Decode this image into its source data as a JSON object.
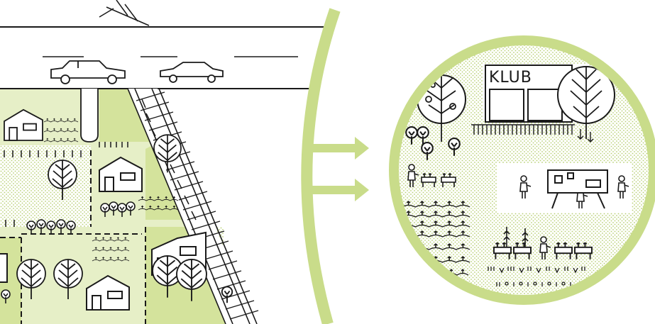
{
  "scene": {
    "left_panel": "allotment-settlement-by-road-and-railway",
    "right_panel": "circular-inset-community-garden-with-club"
  },
  "labels": {
    "club_sign": "KLUB"
  },
  "colors": {
    "light_green": "#e6efc7",
    "mid_green": "#d4e39c",
    "accent_green": "#c9dc8a",
    "dot_green": "#b8cf73",
    "ink": "#1a1a1a",
    "background": "#ffffff"
  },
  "icons": {
    "arrow": "right-arrow-icon",
    "tree": "tree-icon",
    "house": "house-icon",
    "car": "car-icon",
    "person": "person-icon"
  }
}
